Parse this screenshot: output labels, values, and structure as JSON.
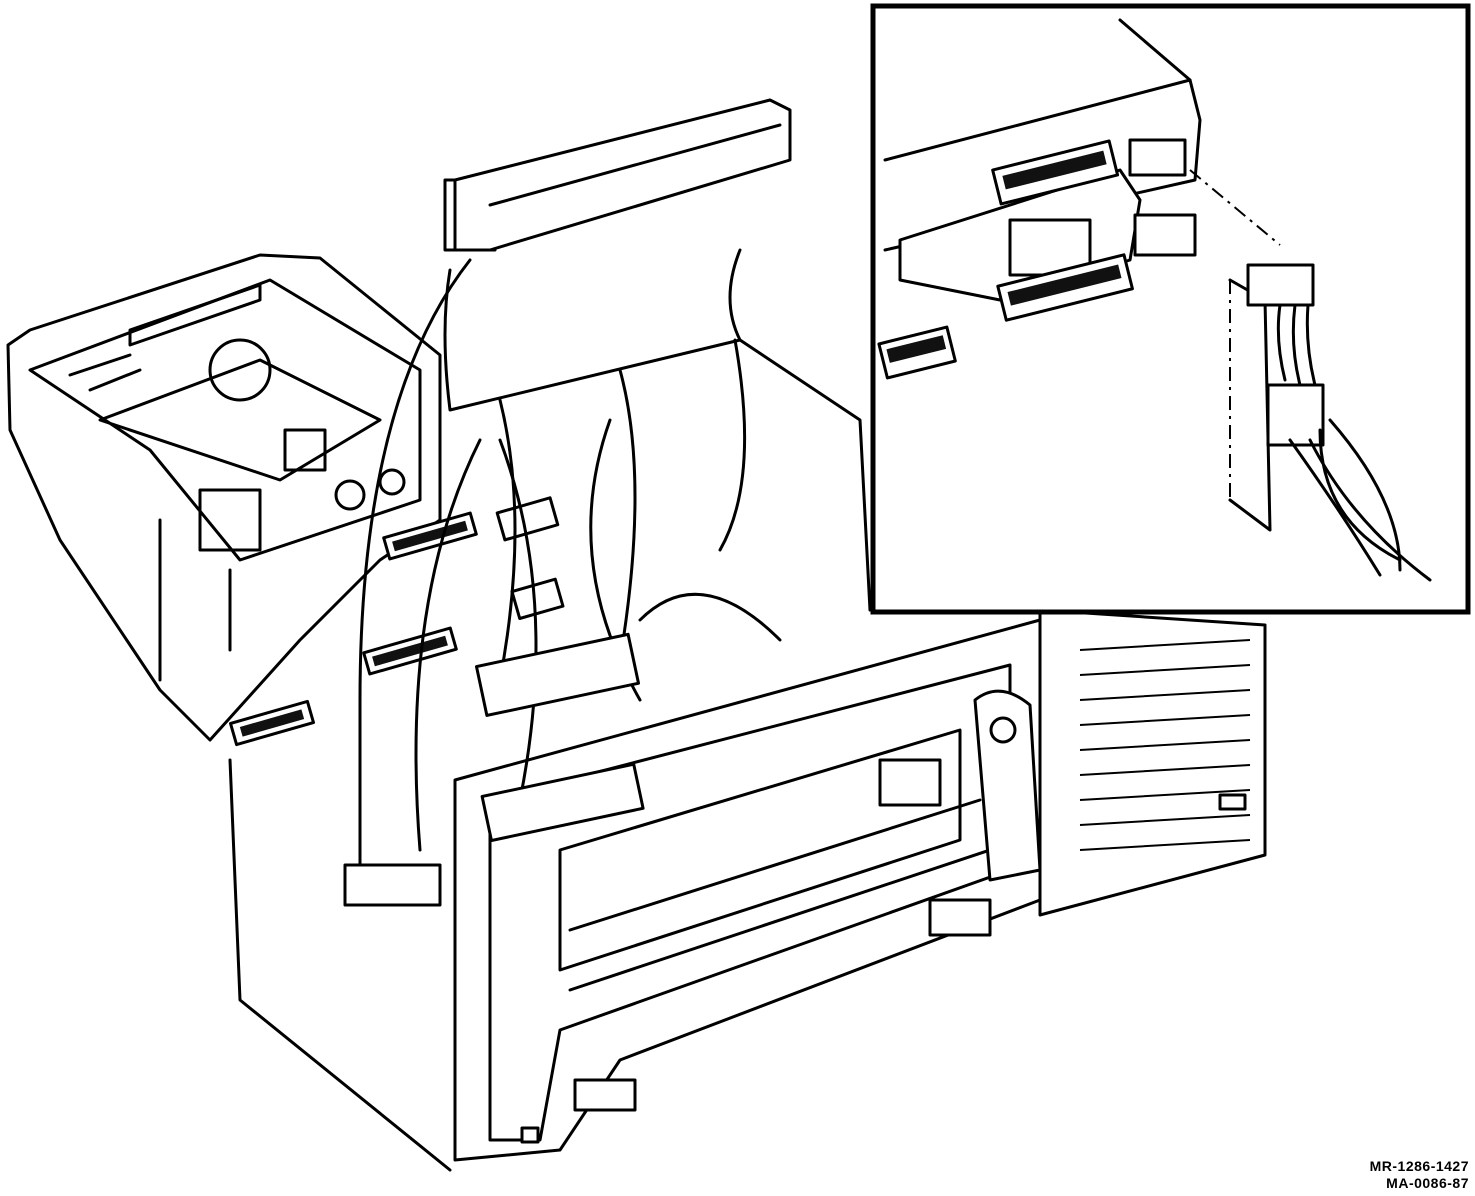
{
  "figure": {
    "title": "Drive assembly with ribbon cables and power connector detail",
    "inset": "power-connector-detail",
    "codes": [
      "MR-1286-1427",
      "MA-0086-87"
    ]
  }
}
